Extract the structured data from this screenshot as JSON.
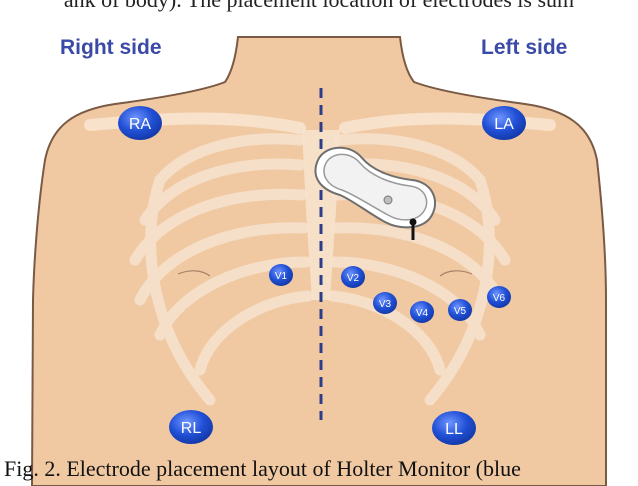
{
  "top_text": "ank of body). The placement location of electrodes is sum",
  "labels": {
    "right_side": "Right side",
    "left_side": "Left side"
  },
  "electrodes": {
    "ra": "RA",
    "la": "LA",
    "rl": "RL",
    "ll": "LL",
    "v1": "V1",
    "v2": "V2",
    "v3": "V3",
    "v4": "V4",
    "v5": "V5",
    "v6": "V6"
  },
  "caption": "Fig. 2. Electrode placement layout of Holter Monitor (blue",
  "colors": {
    "skin": "#f0c9a3",
    "skin_outline": "#7a5a44",
    "bones": "#f8e4cf",
    "electrode": "#1f4fcf",
    "label_blue": "#3a4aa6",
    "midline": "#2c3e8a"
  }
}
